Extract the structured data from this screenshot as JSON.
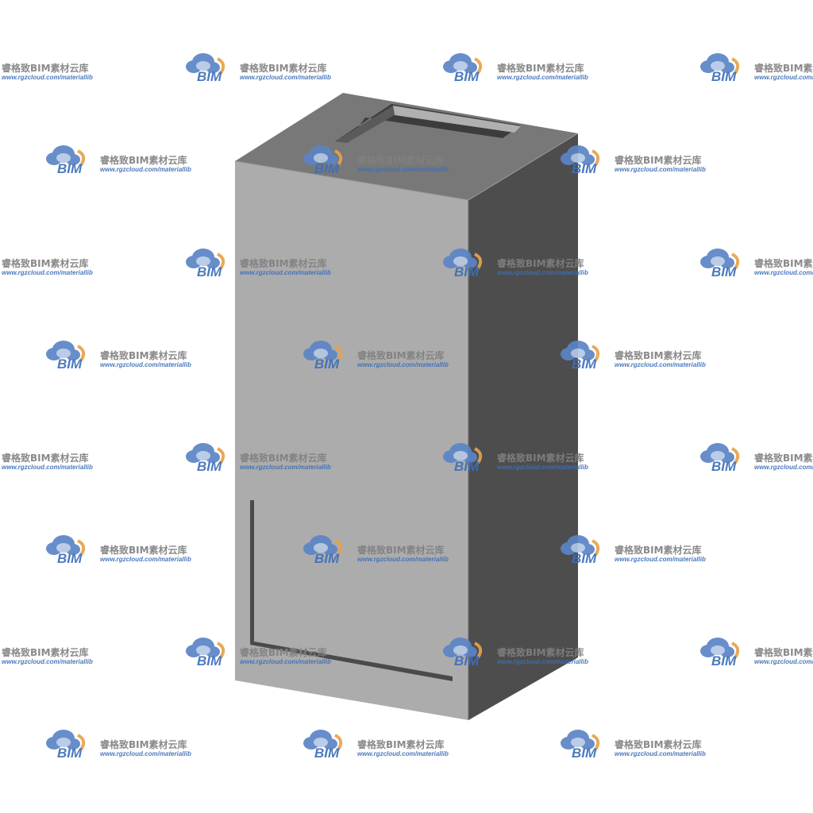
{
  "scene": {
    "subject": "cabinet",
    "colors": {
      "background": "#ffffff",
      "front_face": "#acacac",
      "side_face": "#4d4d4d",
      "top_face": "#787878",
      "top_slot_inner": "#3c3c3c",
      "top_slot_lip": "#b0b0b0",
      "door_gap": "#4a4a4a"
    }
  },
  "watermark": {
    "logo_text": "BIM",
    "name": "睿格致BIM素材云库",
    "url": "www.rgzcloud.com/materiallib",
    "colors": {
      "cloud": "#5b85c6",
      "arc": "#e8a24a",
      "text": "#808080",
      "url": "#3d6fb8"
    }
  }
}
